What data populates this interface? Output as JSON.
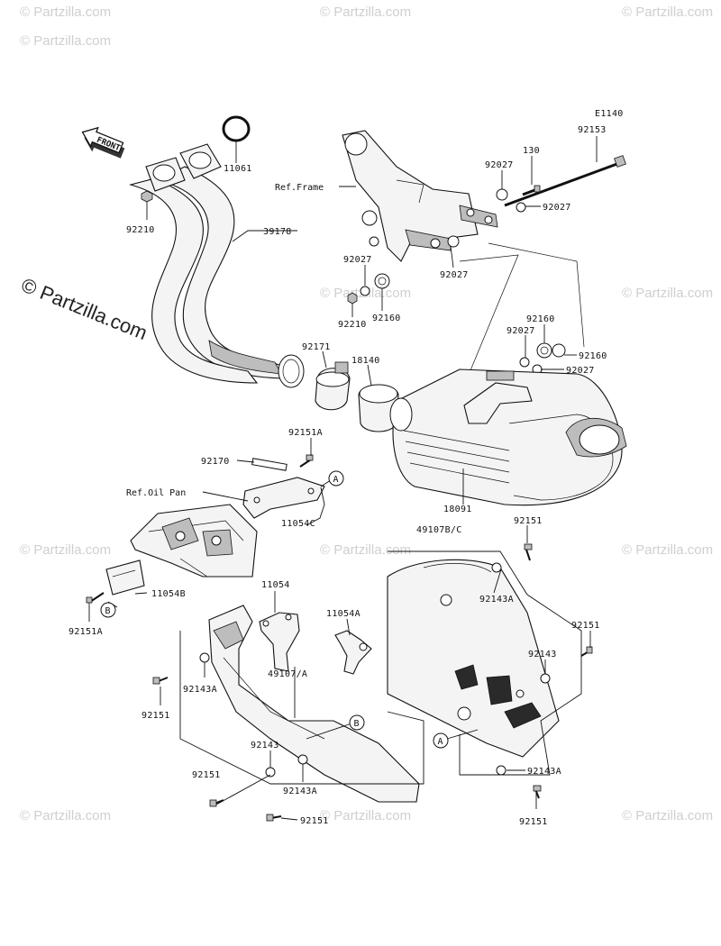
{
  "diagram_code": "E1140",
  "watermark": {
    "text": "© Partzilla.com",
    "large_text": "© Partzilla.com"
  },
  "front_arrow_label": "FRONT",
  "refs": {
    "frame": "Ref.Frame",
    "oil_pan": "Ref.Oil Pan"
  },
  "callout_letters": [
    "A",
    "B"
  ],
  "parts": {
    "p11061": "11061",
    "p92210a": "92210",
    "p39178": "39178",
    "p92153": "92153",
    "p130": "130",
    "p92027a": "92027",
    "p92027b": "92027",
    "p92027c": "92027",
    "p92027d": "92027",
    "p92027e": "92027",
    "p92027f": "92027",
    "p92210b": "92210",
    "p92160a": "92160",
    "p92160b": "92160",
    "p92160c": "92160",
    "p92171": "92171",
    "p18140": "18140",
    "p92151A_top": "92151A",
    "p92170": "92170",
    "p11054C": "11054C",
    "p18091": "18091",
    "p49107BC": "49107B/C",
    "p92151_r1": "92151",
    "p92143A_r1": "92143A",
    "p92151_r2": "92151",
    "p92143_r": "92143",
    "p92143A_r2": "92143A",
    "p92151_r3": "92151",
    "p11054B": "11054B",
    "p92151A_bot": "92151A",
    "p11054": "11054",
    "p11054A": "11054A",
    "p49107A": "49107/A",
    "p92143A_l1": "92143A",
    "p92151_l1": "92151",
    "p92143_l": "92143",
    "p92151_l2": "92151",
    "p92143A_l2": "92143A",
    "p92151_l3": "92151"
  }
}
